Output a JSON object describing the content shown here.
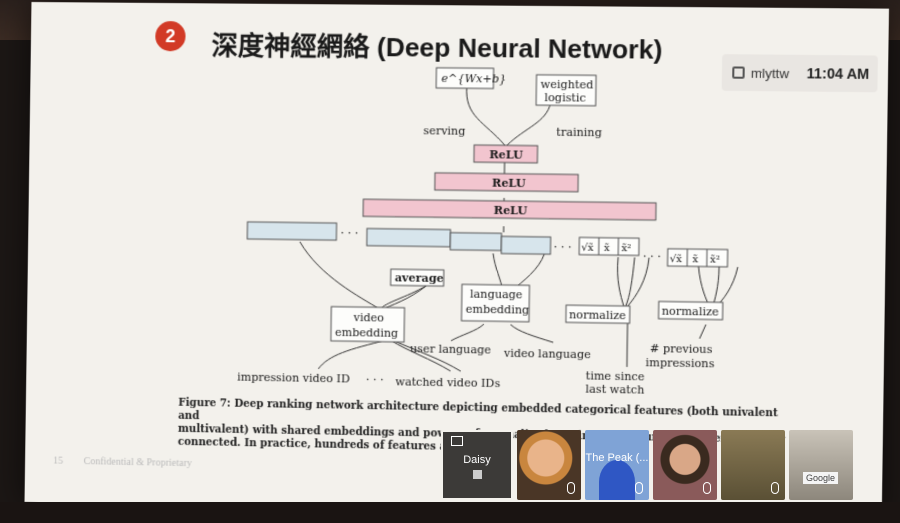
{
  "slide": {
    "number": "2",
    "title": "深度神經網絡 (Deep Neural Network)",
    "footer_num": "15",
    "footer_text": "Confidential & Proprietary"
  },
  "meet": {
    "code": "mlyttw",
    "time": "11:04 AM"
  },
  "diagram": {
    "top_left_box": "e^{Wx+b}",
    "serving": "serving",
    "weighted_1": "weighted",
    "weighted_2": "logistic",
    "training": "training",
    "relu": "ReLU",
    "average": "average",
    "video_embedding_1": "video",
    "video_embedding_2": "embedding",
    "language_embedding_1": "language",
    "language_embedding_2": "embedding",
    "normalize": "normalize",
    "user_language": "user language",
    "video_language": "video language",
    "time_since_1": "time since",
    "time_since_2": "last watch",
    "previous_1": "# previous",
    "previous_2": "impressions",
    "impression_ids": "impression video ID",
    "watched_ids": "watched video IDs",
    "dots": "· · ·",
    "feat_sqrt": "√x̃",
    "feat_x": "x̃",
    "feat_sq": "x̃²"
  },
  "caption": {
    "line1": "Figure 7:  Deep ranking network architecture depicting embedded categorical features (both univalent and",
    "line2": "multivalent) with shared embeddings and powers of normalized continuous features.  All layers are fully",
    "line3": "connected.  In practice, hundreds of features a"
  },
  "participants": [
    {
      "name": "Daisy"
    },
    {
      "name": ""
    },
    {
      "name": "The Peak (..."
    },
    {
      "name": ""
    },
    {
      "name": ""
    },
    {
      "name": "Google"
    }
  ]
}
